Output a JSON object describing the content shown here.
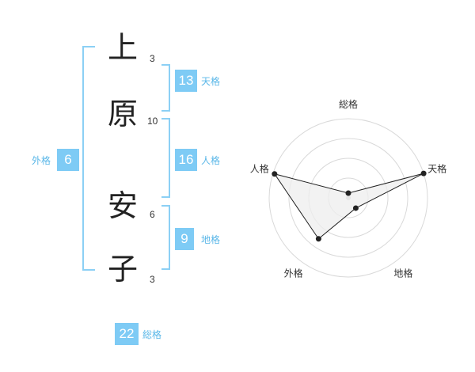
{
  "name": {
    "chars": [
      {
        "char": "上",
        "strokes": "3"
      },
      {
        "char": "原",
        "strokes": "10"
      },
      {
        "char": "安",
        "strokes": "6"
      },
      {
        "char": "子",
        "strokes": "3"
      }
    ]
  },
  "kaku": {
    "tenkaku": {
      "value": "13",
      "label": "天格"
    },
    "jinkaku": {
      "value": "16",
      "label": "人格"
    },
    "chikaku": {
      "value": "9",
      "label": "地格"
    },
    "gaikaku": {
      "value": "6",
      "label": "外格"
    },
    "soukaku": {
      "value": "22",
      "label": "総格"
    }
  },
  "colors": {
    "accent": "#7ecbf5",
    "bracket": "#8cd0f5",
    "label_text": "#5ab7e8"
  },
  "chart_data": {
    "type": "radar",
    "axes": [
      "総格",
      "天格",
      "地格",
      "外格",
      "人格"
    ],
    "rings": 4,
    "values": [
      0.06,
      1.0,
      0.16,
      0.64,
      0.98
    ],
    "fill_color": "#eeeeee",
    "line_color": "#222222"
  }
}
